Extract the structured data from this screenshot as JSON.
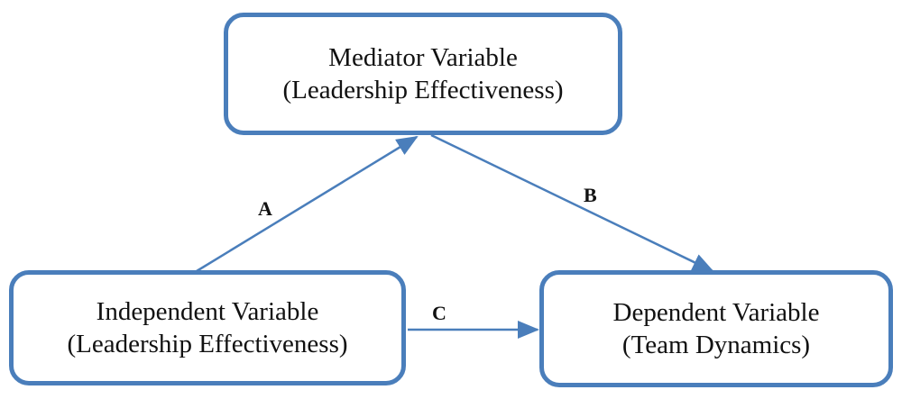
{
  "nodes": {
    "mediator": {
      "line1": "Mediator Variable",
      "line2": "(Leadership Effectiveness)"
    },
    "independent": {
      "line1": "Independent Variable",
      "line2": "(Leadership Effectiveness)"
    },
    "dependent": {
      "line1": "Dependent Variable",
      "line2": "(Team Dynamics)"
    }
  },
  "paths": {
    "a": "A",
    "b": "B",
    "c": "C"
  },
  "colors": {
    "border": "#4a7ebb",
    "arrow": "#4a7ebb",
    "text": "#111111"
  }
}
